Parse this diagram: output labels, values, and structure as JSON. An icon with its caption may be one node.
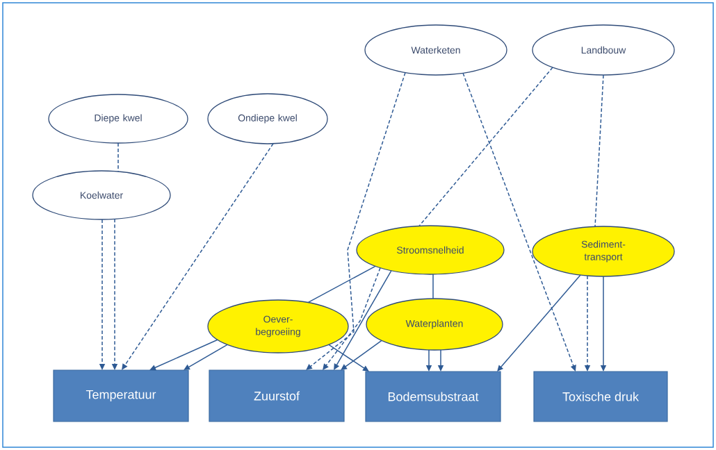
{
  "diagram": {
    "nodes": [
      {
        "text": [
          "Waterketen"
        ]
      },
      {
        "text": [
          "Landbouw"
        ]
      },
      {
        "text": [
          "Diepe kwel"
        ]
      },
      {
        "text": [
          "Ondiepe kwel"
        ]
      },
      {
        "text": [
          "Koelwater"
        ]
      },
      {
        "text": [
          "Stroomsnelheid"
        ]
      },
      {
        "text": [
          "Sediment- transport"
        ]
      },
      {
        "text": [
          "Oever- begroeiing"
        ]
      },
      {
        "text": [
          "Waterplanten"
        ]
      },
      {
        "text": [
          "Temperatuur"
        ]
      },
      {
        "text": [
          "Zuurstof"
        ]
      },
      {
        "text": [
          "Bodemsubstraat"
        ]
      },
      {
        "text": [
          "Toxische druk"
        ]
      }
    ],
    "edges": [
      {
        "from": 2,
        "to": 4,
        "arrow": "none",
        "style": "dashed"
      },
      {
        "from": 4,
        "to": 9,
        "arrow": "to",
        "style": "dashed"
      },
      {
        "from": 4,
        "to": 9,
        "arrow": "to",
        "style": "dashed"
      },
      {
        "from": 3,
        "to": 9,
        "arrow": "to",
        "style": "dashed"
      },
      {
        "from": 7,
        "to": 9,
        "arrow": "to"
      },
      {
        "from": 7,
        "to": 9,
        "arrow": "to"
      },
      {
        "from": 5,
        "to": 7,
        "arrow": "none"
      },
      {
        "from": 0,
        "to": 10,
        "arrow": "to",
        "style": "dashed"
      },
      {
        "from": 0,
        "to": 12,
        "arrow": "to",
        "style": "dashed"
      },
      {
        "from": 1,
        "to": 5,
        "arrow": "none",
        "style": "dashed"
      },
      {
        "from": 1,
        "to": 6,
        "arrow": "none",
        "style": "dashed"
      },
      {
        "from": 5,
        "to": 10,
        "arrow": "to",
        "style": "dashed"
      },
      {
        "from": 5,
        "to": 10,
        "arrow": "to"
      },
      {
        "from": 5,
        "to": 8,
        "arrow": "none"
      },
      {
        "from": 8,
        "to": 10,
        "arrow": "to"
      },
      {
        "from": 7,
        "to": 11,
        "arrow": "to"
      },
      {
        "from": 8,
        "to": 11,
        "arrow": "to"
      },
      {
        "from": 8,
        "to": 11,
        "arrow": "to"
      },
      {
        "from": 6,
        "to": 11,
        "arrow": "to"
      },
      {
        "from": 6,
        "to": 12,
        "arrow": "to",
        "style": "dashed"
      },
      {
        "from": 6,
        "to": 12,
        "arrow": "to"
      }
    ]
  }
}
